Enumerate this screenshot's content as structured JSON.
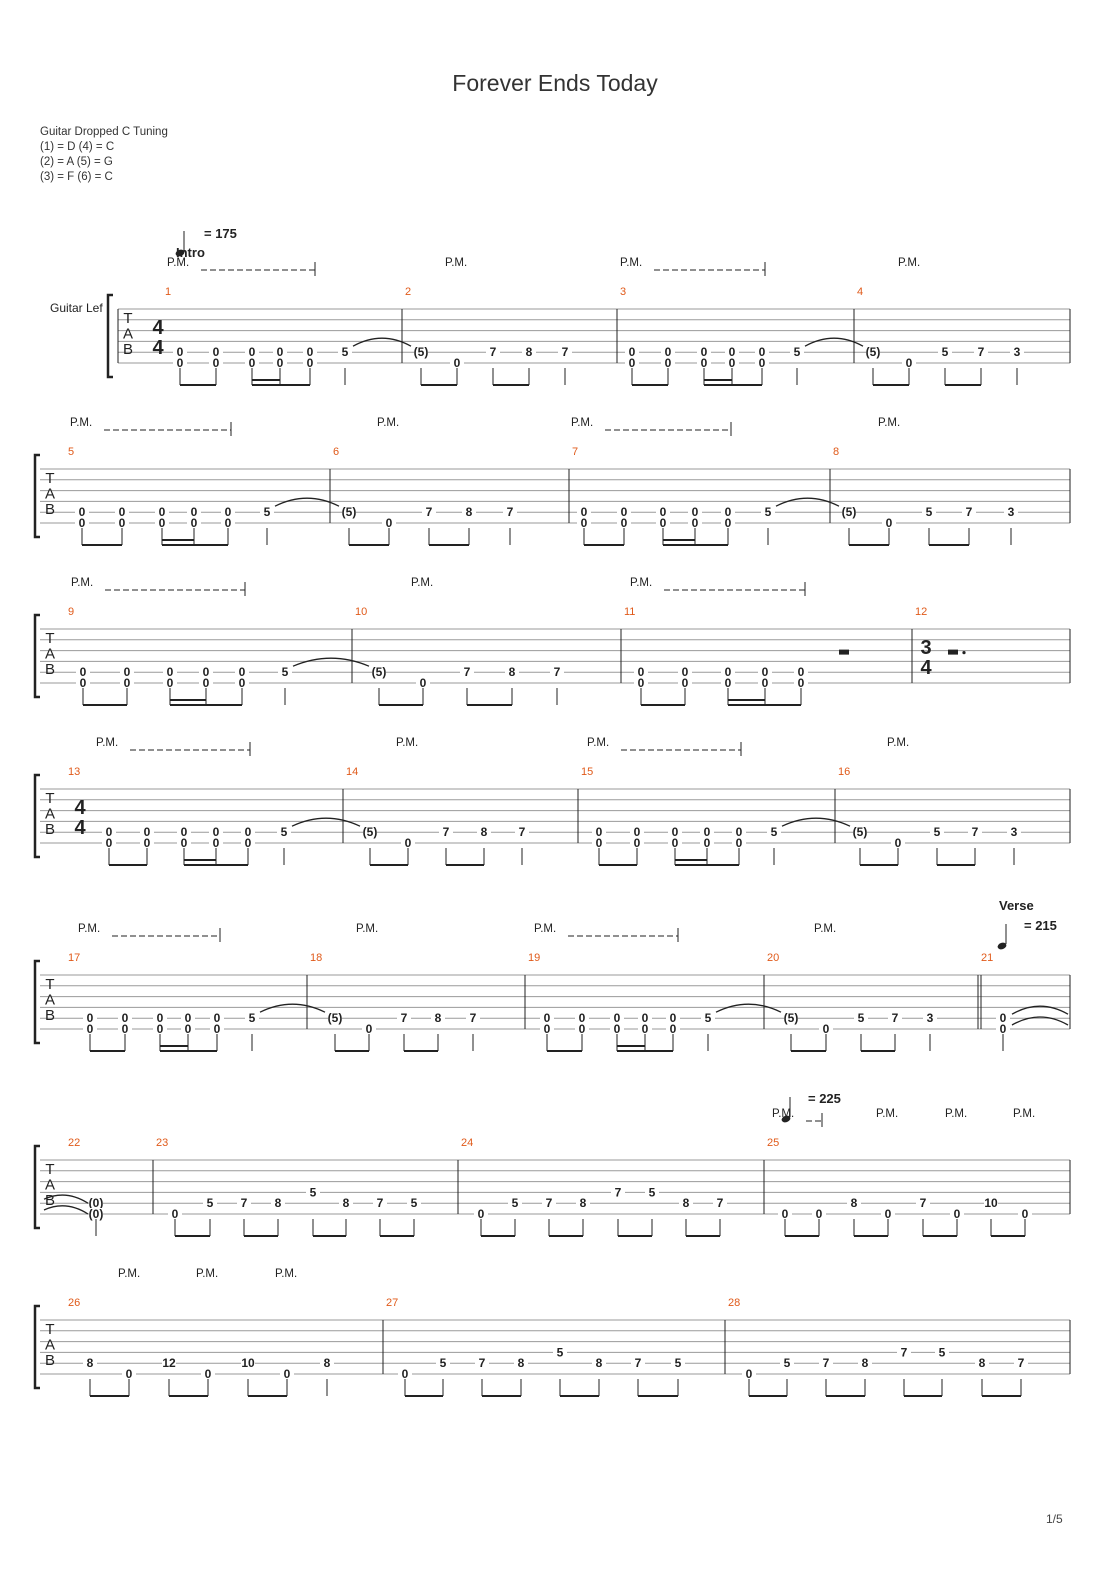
{
  "title": "Forever Ends Today",
  "tuning": {
    "name": "Guitar Dropped C Tuning",
    "lines": [
      "(1) = D (4) = C",
      "(2) = A (5) = G",
      "(3) = F (6) = C"
    ]
  },
  "track_name": "Guitar Lef",
  "page_number": "1/5",
  "tab_clef": [
    "T",
    "A",
    "B"
  ],
  "colors": {
    "measure_number": "#e05a1a",
    "staff_line": "#9a9a9a",
    "text": "#222222"
  },
  "tempo_marks": [
    {
      "bpm": "= 175",
      "section": "Intro",
      "system": 0
    },
    {
      "bpm": "= 215",
      "section": "Verse",
      "system": 4
    },
    {
      "bpm": "= 225",
      "section": "",
      "system": 5
    }
  ],
  "pm_label": "P.M.",
  "systems": [
    {
      "measures": [
        "1",
        "2",
        "3",
        "4"
      ],
      "time_signature": [
        "4",
        "4"
      ],
      "notes": [
        [
          [
            "0",
            "0"
          ],
          [
            "0",
            "0"
          ],
          [
            "0",
            "0"
          ],
          [
            "0",
            "0"
          ],
          [
            "0",
            "0"
          ],
          [
            "5"
          ]
        ],
        [
          [
            "(5)"
          ],
          [
            "0"
          ],
          [
            "7"
          ],
          [
            "8"
          ],
          [
            "7"
          ]
        ],
        [
          [
            "0",
            "0"
          ],
          [
            "0",
            "0"
          ],
          [
            "0",
            "0"
          ],
          [
            "0",
            "0"
          ],
          [
            "0",
            "0"
          ],
          [
            "5"
          ]
        ],
        [
          [
            "(5)"
          ],
          [
            "0"
          ],
          [
            "5"
          ],
          [
            "7"
          ],
          [
            "3"
          ]
        ]
      ]
    },
    {
      "measures": [
        "5",
        "6",
        "7",
        "8"
      ],
      "notes": [
        [
          [
            "0",
            "0"
          ],
          [
            "0",
            "0"
          ],
          [
            "0",
            "0"
          ],
          [
            "0",
            "0"
          ],
          [
            "0",
            "0"
          ],
          [
            "5"
          ]
        ],
        [
          [
            "(5)"
          ],
          [
            "0"
          ],
          [
            "7"
          ],
          [
            "8"
          ],
          [
            "7"
          ]
        ],
        [
          [
            "0",
            "0"
          ],
          [
            "0",
            "0"
          ],
          [
            "0",
            "0"
          ],
          [
            "0",
            "0"
          ],
          [
            "0",
            "0"
          ],
          [
            "5"
          ]
        ],
        [
          [
            "(5)"
          ],
          [
            "0"
          ],
          [
            "5"
          ],
          [
            "7"
          ],
          [
            "3"
          ]
        ]
      ]
    },
    {
      "measures": [
        "9",
        "10",
        "11",
        "12"
      ],
      "time_signature_m12": [
        "3",
        "4"
      ],
      "notes": [
        [
          [
            "0",
            "0"
          ],
          [
            "0",
            "0"
          ],
          [
            "0",
            "0"
          ],
          [
            "0",
            "0"
          ],
          [
            "0",
            "0"
          ],
          [
            "5"
          ]
        ],
        [
          [
            "(5)"
          ],
          [
            "0"
          ],
          [
            "7"
          ],
          [
            "8"
          ],
          [
            "7"
          ]
        ],
        [
          [
            "0",
            "0"
          ],
          [
            "0",
            "0"
          ],
          [
            "0",
            "0"
          ],
          [
            "0",
            "0"
          ],
          [
            "0",
            "0"
          ]
        ],
        []
      ]
    },
    {
      "measures": [
        "13",
        "14",
        "15",
        "16"
      ],
      "time_signature": [
        "4",
        "4"
      ],
      "notes": [
        [
          [
            "0",
            "0"
          ],
          [
            "0",
            "0"
          ],
          [
            "0",
            "0"
          ],
          [
            "0",
            "0"
          ],
          [
            "0",
            "0"
          ],
          [
            "5"
          ]
        ],
        [
          [
            "(5)"
          ],
          [
            "0"
          ],
          [
            "7"
          ],
          [
            "8"
          ],
          [
            "7"
          ]
        ],
        [
          [
            "0",
            "0"
          ],
          [
            "0",
            "0"
          ],
          [
            "0",
            "0"
          ],
          [
            "0",
            "0"
          ],
          [
            "0",
            "0"
          ],
          [
            "5"
          ]
        ],
        [
          [
            "(5)"
          ],
          [
            "0"
          ],
          [
            "5"
          ],
          [
            "7"
          ],
          [
            "3"
          ]
        ]
      ]
    },
    {
      "measures": [
        "17",
        "18",
        "19",
        "20",
        "21"
      ],
      "notes": [
        [
          [
            "0",
            "0"
          ],
          [
            "0",
            "0"
          ],
          [
            "0",
            "0"
          ],
          [
            "0",
            "0"
          ],
          [
            "0",
            "0"
          ],
          [
            "5"
          ]
        ],
        [
          [
            "(5)"
          ],
          [
            "0"
          ],
          [
            "7"
          ],
          [
            "8"
          ],
          [
            "7"
          ]
        ],
        [
          [
            "0",
            "0"
          ],
          [
            "0",
            "0"
          ],
          [
            "0",
            "0"
          ],
          [
            "0",
            "0"
          ],
          [
            "0",
            "0"
          ],
          [
            "5"
          ]
        ],
        [
          [
            "(5)"
          ],
          [
            "0"
          ],
          [
            "5"
          ],
          [
            "7"
          ],
          [
            "3"
          ]
        ],
        [
          [
            "0",
            "0"
          ]
        ]
      ]
    },
    {
      "measures": [
        "22",
        "23",
        "24",
        "25"
      ],
      "notes": [
        [
          [
            "(0)",
            "(0)"
          ]
        ],
        [
          [
            "0"
          ],
          [
            "5"
          ],
          [
            "7"
          ],
          [
            "8"
          ],
          [
            "5"
          ],
          [
            "8"
          ],
          [
            "7"
          ],
          [
            "5"
          ]
        ],
        [
          [
            "0"
          ],
          [
            "5"
          ],
          [
            "7"
          ],
          [
            "8"
          ],
          [
            "7"
          ],
          [
            "5"
          ],
          [
            "8"
          ],
          [
            "7"
          ]
        ],
        [
          [
            "0"
          ],
          [
            "0"
          ],
          [
            "8"
          ],
          [
            "0"
          ],
          [
            "7"
          ],
          [
            "0"
          ],
          [
            "10"
          ],
          [
            "0"
          ]
        ]
      ]
    },
    {
      "measures": [
        "26",
        "27",
        "28"
      ],
      "notes": [
        [
          [
            "8"
          ],
          [
            "0"
          ],
          [
            "12"
          ],
          [
            "0"
          ],
          [
            "10"
          ],
          [
            "0"
          ],
          [
            "8"
          ]
        ],
        [
          [
            "0"
          ],
          [
            "5"
          ],
          [
            "7"
          ],
          [
            "8"
          ],
          [
            "5"
          ],
          [
            "8"
          ],
          [
            "7"
          ],
          [
            "5"
          ]
        ],
        [
          [
            "0"
          ],
          [
            "5"
          ],
          [
            "7"
          ],
          [
            "8"
          ],
          [
            "7"
          ],
          [
            "5"
          ],
          [
            "8"
          ],
          [
            "7"
          ]
        ]
      ]
    }
  ]
}
